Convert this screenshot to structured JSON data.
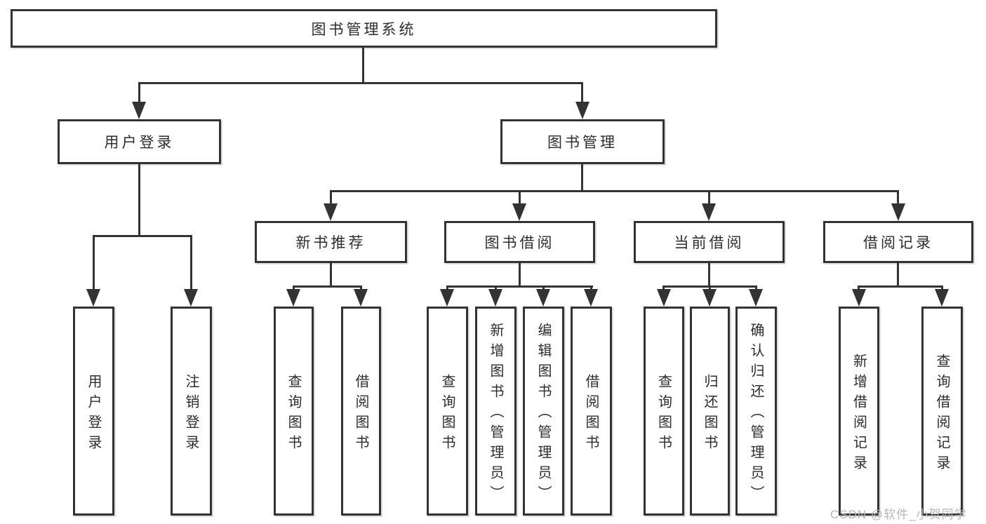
{
  "diagram_type": "tree-structure-chart",
  "colors": {
    "line": "#333333",
    "box_border": "#333333",
    "box_background": "#ffffff",
    "text": "#2d2d2d",
    "watermark": "#b6b6b6"
  },
  "tree": {
    "label": "图书管理系统",
    "children": [
      {
        "label": "用户登录",
        "children": [
          {
            "label": "用户登录"
          },
          {
            "label": "注销登录"
          }
        ]
      },
      {
        "label": "图书管理",
        "children": [
          {
            "label": "新书推荐",
            "children": [
              {
                "label": "查询图书"
              },
              {
                "label": "借阅图书"
              }
            ]
          },
          {
            "label": "图书借阅",
            "children": [
              {
                "label": "查询图书"
              },
              {
                "label": "新增图书（管理员）"
              },
              {
                "label": "编辑图书（管理员）"
              },
              {
                "label": "借阅图书"
              }
            ]
          },
          {
            "label": "当前借阅",
            "children": [
              {
                "label": "查询图书"
              },
              {
                "label": "归还图书"
              },
              {
                "label": "确认归还（管理员）"
              }
            ]
          },
          {
            "label": "借阅记录",
            "children": [
              {
                "label": "新增借阅记录"
              },
              {
                "label": "查询借阅记录"
              }
            ]
          }
        ]
      }
    ]
  },
  "watermark": {
    "text": "CSDN @软件_小贺同学"
  }
}
